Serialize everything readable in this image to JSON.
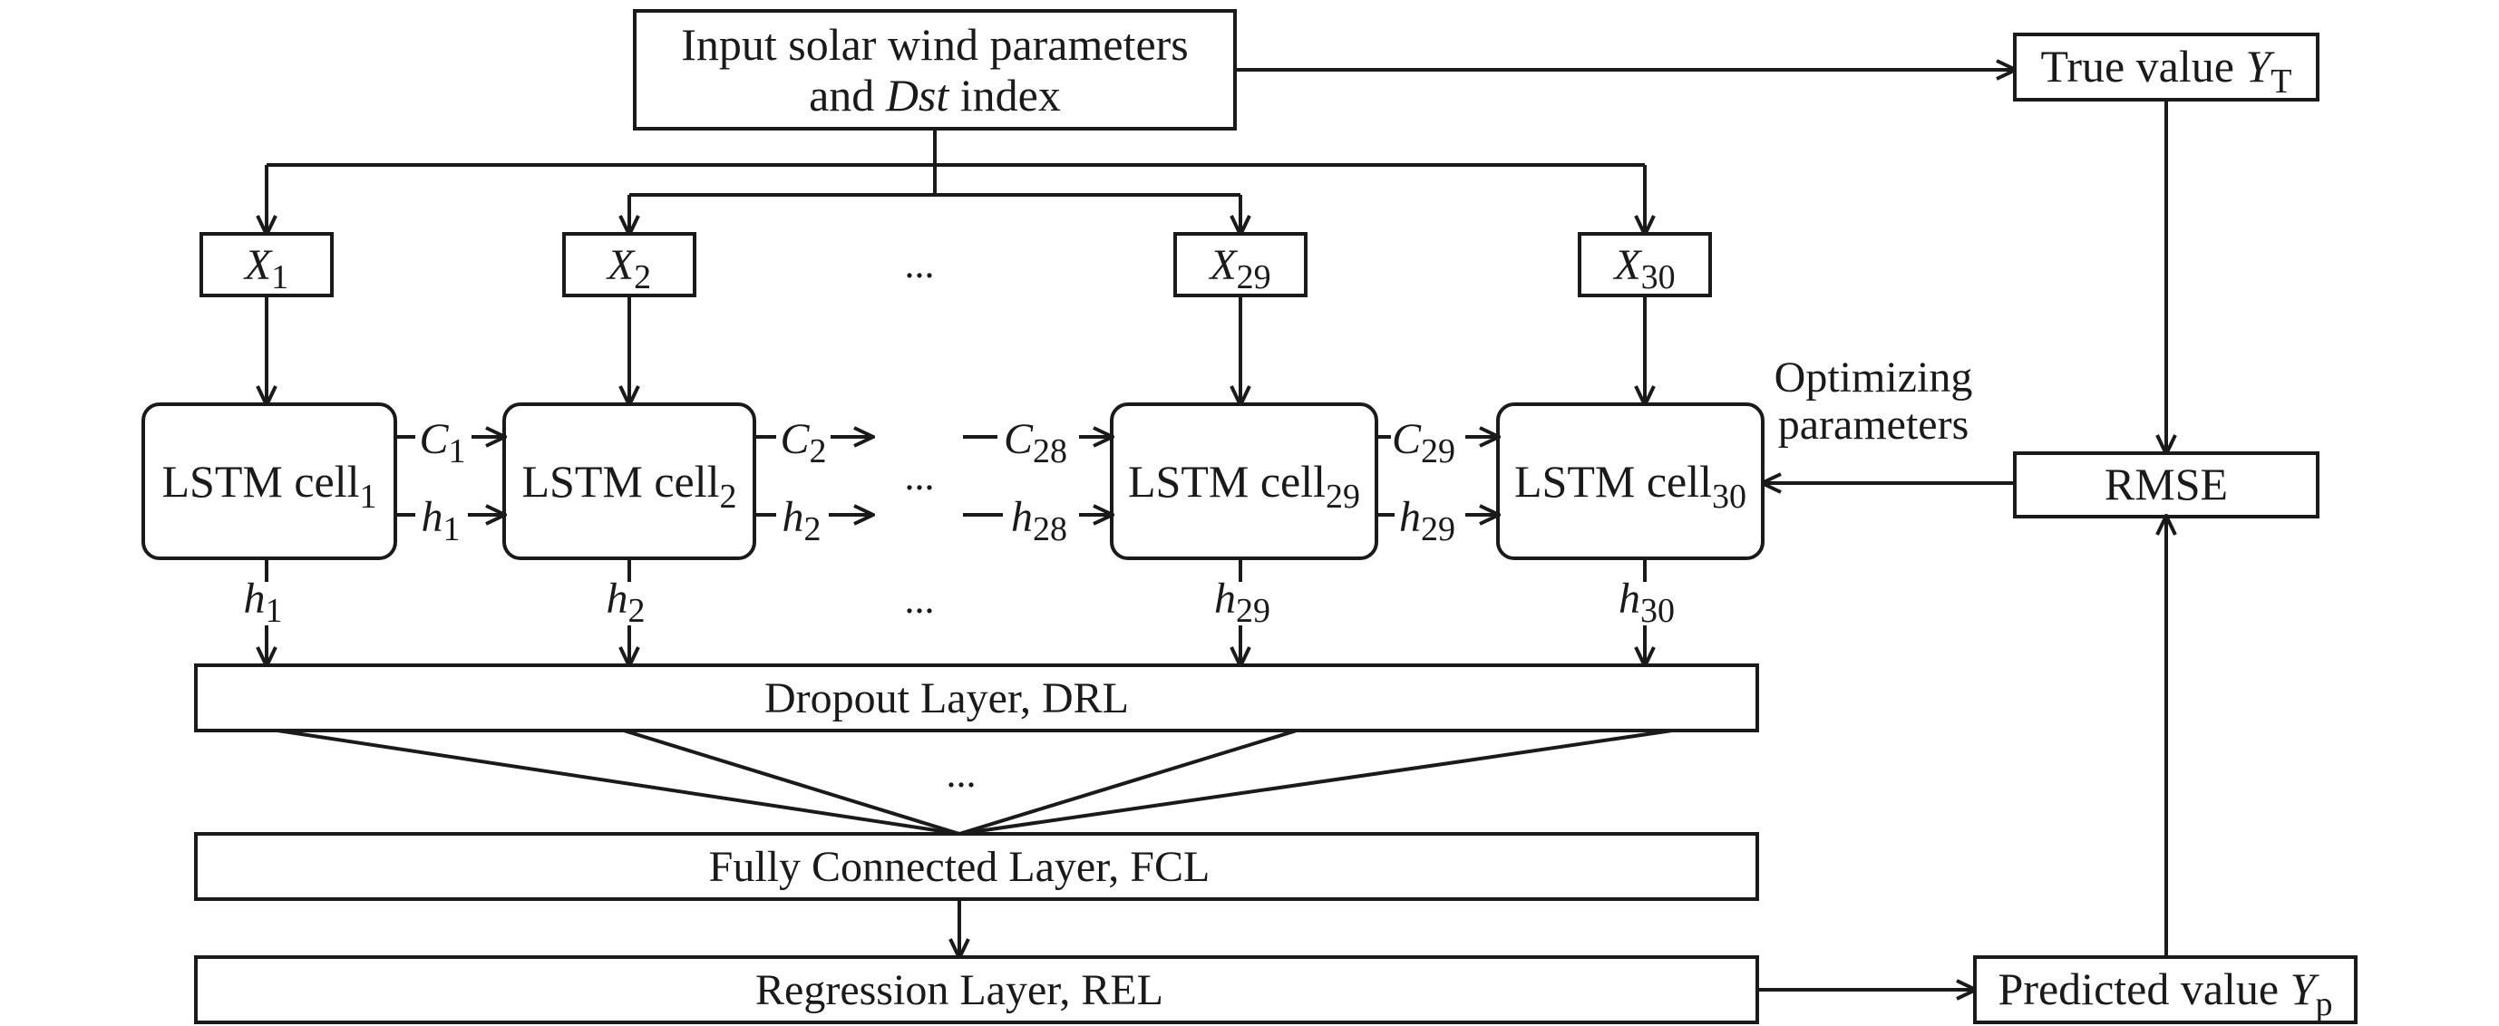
{
  "input_box": {
    "line1": "Input solar wind parameters",
    "line2_pre": "and ",
    "line2_italic": "Dst",
    "line2_post": " index"
  },
  "true_value": {
    "label": "True value ",
    "symbol": "Y",
    "subscript": "T"
  },
  "predicted_value": {
    "label": "Predicted value ",
    "symbol": "Y",
    "subscript": "p"
  },
  "rmse": {
    "label": "RMSE"
  },
  "optimizing": {
    "line1": "Optimizing",
    "line2": "parameters"
  },
  "inputs": [
    {
      "symbol": "X",
      "subscript": "1"
    },
    {
      "symbol": "X",
      "subscript": "2"
    },
    {
      "symbol": "X",
      "subscript": "29"
    },
    {
      "symbol": "X",
      "subscript": "30"
    }
  ],
  "ellipsis": "...",
  "cells": [
    {
      "label": "LSTM cell",
      "subscript": "1"
    },
    {
      "label": "LSTM cell",
      "subscript": "2"
    },
    {
      "label": "LSTM cell",
      "subscript": "29"
    },
    {
      "label": "LSTM cell",
      "subscript": "30"
    }
  ],
  "cell_states": [
    {
      "symbol": "C",
      "subscript": "1"
    },
    {
      "symbol": "C",
      "subscript": "2"
    },
    {
      "symbol": "C",
      "subscript": "28"
    },
    {
      "symbol": "C",
      "subscript": "29"
    }
  ],
  "hidden_links": [
    {
      "symbol": "h",
      "subscript": "1"
    },
    {
      "symbol": "h",
      "subscript": "2"
    },
    {
      "symbol": "h",
      "subscript": "28"
    },
    {
      "symbol": "h",
      "subscript": "29"
    }
  ],
  "outputs": [
    {
      "symbol": "h",
      "subscript": "1"
    },
    {
      "symbol": "h",
      "subscript": "2"
    },
    {
      "symbol": "h",
      "subscript": "29"
    },
    {
      "symbol": "h",
      "subscript": "30"
    }
  ],
  "layers": {
    "dropout": "Dropout Layer, DRL",
    "fully_connected": "Fully Connected Layer, FCL",
    "regression": "Regression Layer, REL"
  }
}
